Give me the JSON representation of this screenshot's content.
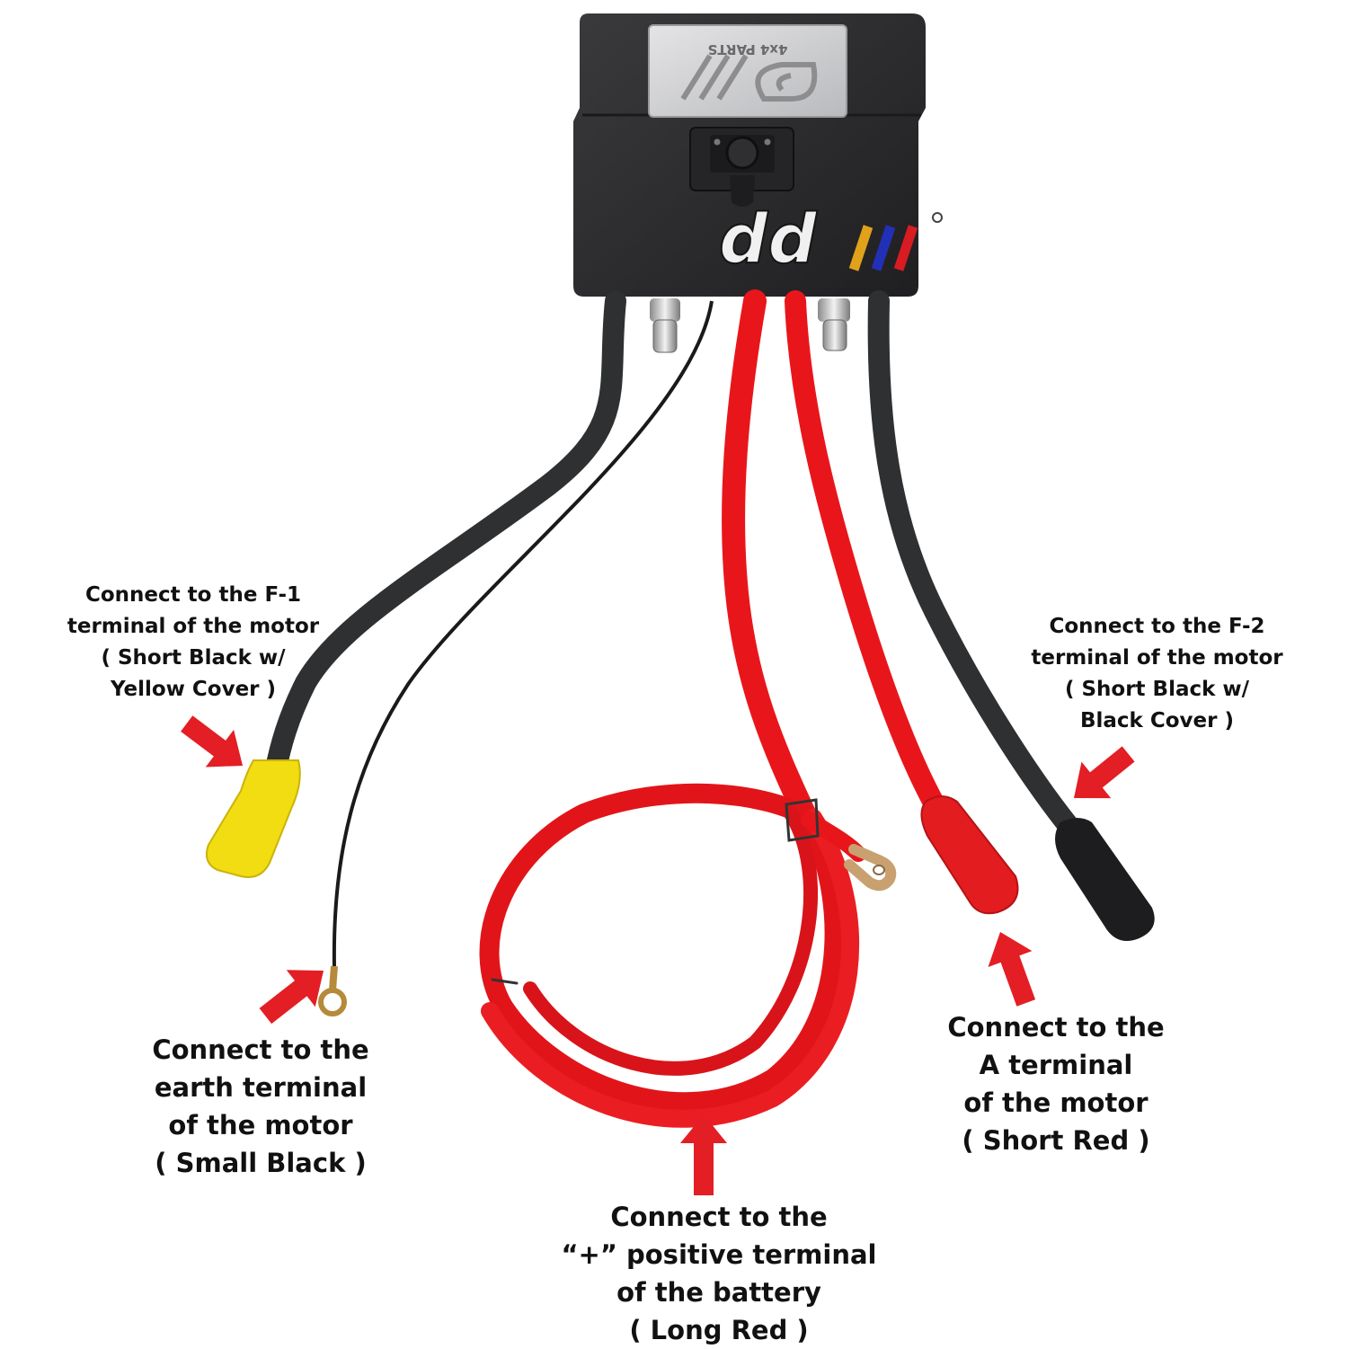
{
  "controller": {
    "brand": "dd",
    "plate_text": "4x4 PARTS"
  },
  "colors": {
    "box": "#2b2b2d",
    "black_cable": "#2e3032",
    "red_cable": "#e8161b",
    "yellow_cover": "#f2dc12",
    "arrow": "#e31e24",
    "logo_stripes": [
      "#e0a21a",
      "#2230b8",
      "#d81c22"
    ]
  },
  "labels": {
    "f1": {
      "line1": "Connect to the F-1",
      "line2": "terminal of the motor",
      "line3": "( Short Black w/",
      "line4": "Yellow Cover )"
    },
    "f2": {
      "line1": "Connect to the F-2",
      "line2": "terminal of the motor",
      "line3": "( Short Black w/",
      "line4": "Black Cover )"
    },
    "earth": {
      "line1": "Connect to the",
      "line2": "earth terminal",
      "line3": "of the motor",
      "line4": "( Small Black )"
    },
    "a_terminal": {
      "line1": "Connect to the",
      "line2": "A terminal",
      "line3": "of the motor",
      "line4": "( Short Red )"
    },
    "battery": {
      "line1": "Connect to the",
      "line2": "“+” positive terminal",
      "line3": "of the battery",
      "line4": "( Long Red )"
    }
  }
}
